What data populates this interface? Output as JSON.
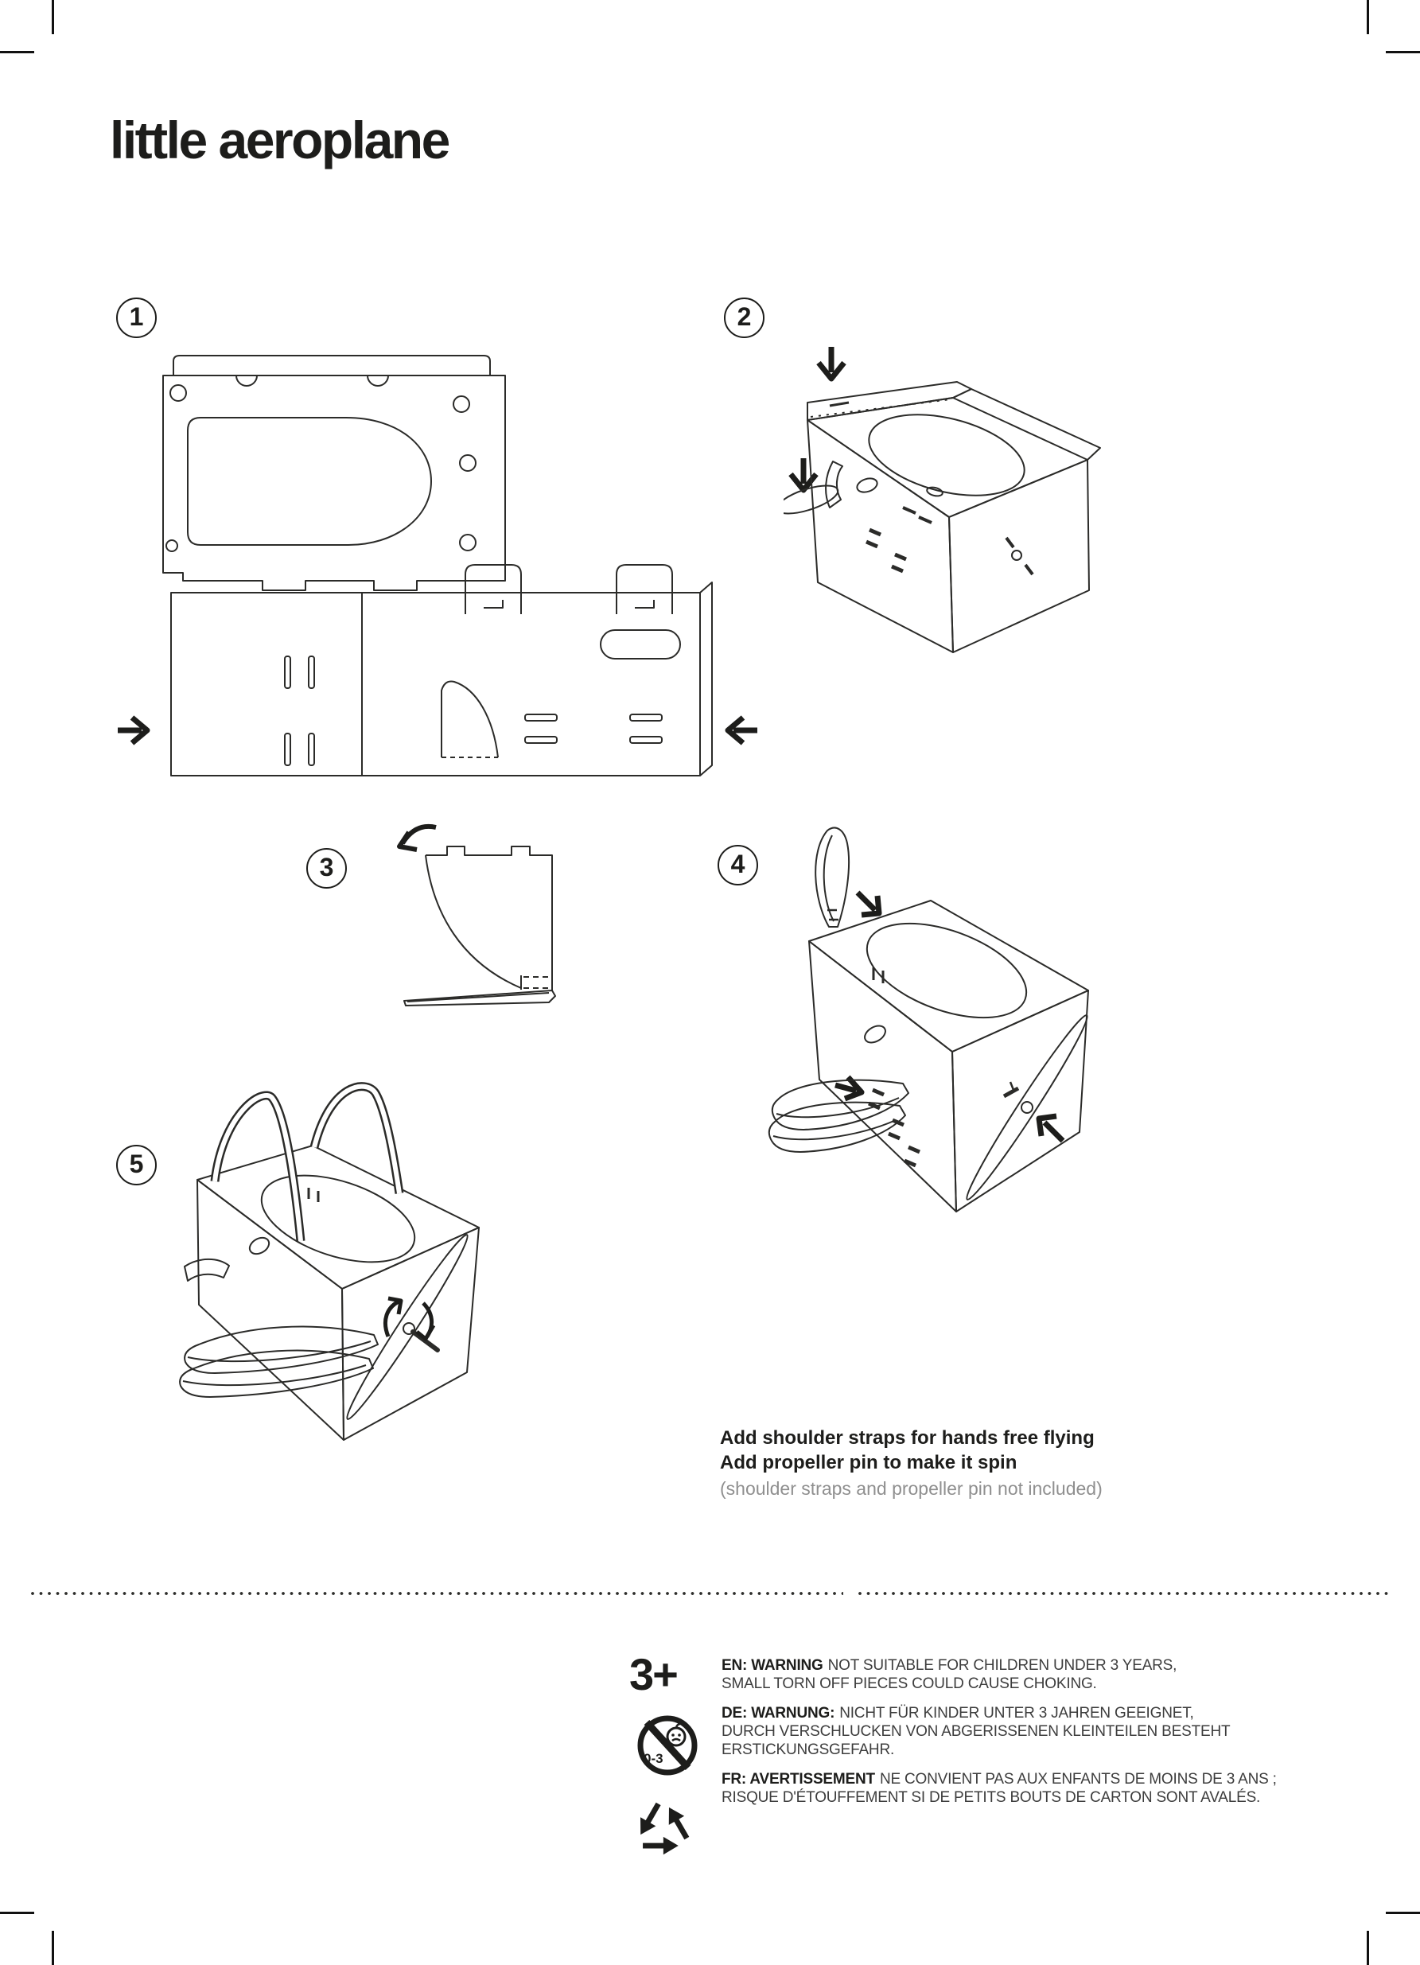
{
  "page": {
    "title": "little aeroplane"
  },
  "steps": [
    {
      "number": "1"
    },
    {
      "number": "2"
    },
    {
      "number": "3"
    },
    {
      "number": "4"
    },
    {
      "number": "5"
    }
  ],
  "notes": {
    "line1": "Add shoulder straps for hands free flying",
    "line2": "Add propeller pin to make it spin",
    "line3": "(shoulder straps and propeller pin not included)"
  },
  "warnings": {
    "age_badge": "3+",
    "prohibition_label": "0-3",
    "en": {
      "prefix": "EN: WARNING",
      "line1": "NOT SUITABLE FOR CHILDREN UNDER 3 YEARS,",
      "line2": "SMALL TORN OFF PIECES COULD CAUSE CHOKING."
    },
    "de": {
      "prefix": "DE: WARNUNG:",
      "line1": "NICHT FÜR KINDER UNTER 3 JAHREN GEEIGNET,",
      "line2": "DURCH VERSCHLUCKEN VON ABGERISSENEN KLEINTEILEN BESTEHT",
      "line3": "ERSTICKUNGSGEFAHR."
    },
    "fr": {
      "prefix": "FR: AVERTISSEMENT",
      "line1": "NE CONVIENT PAS AUX ENFANTS DE MOINS DE 3 ANS ;",
      "line2": "RISQUE D'ÉTOUFFEMENT SI DE PETITS BOUTS DE CARTON SONT AVALÉS."
    }
  },
  "icons": {
    "prohibition": "no-children-under-3-icon",
    "recycle": "recycling-icon"
  }
}
